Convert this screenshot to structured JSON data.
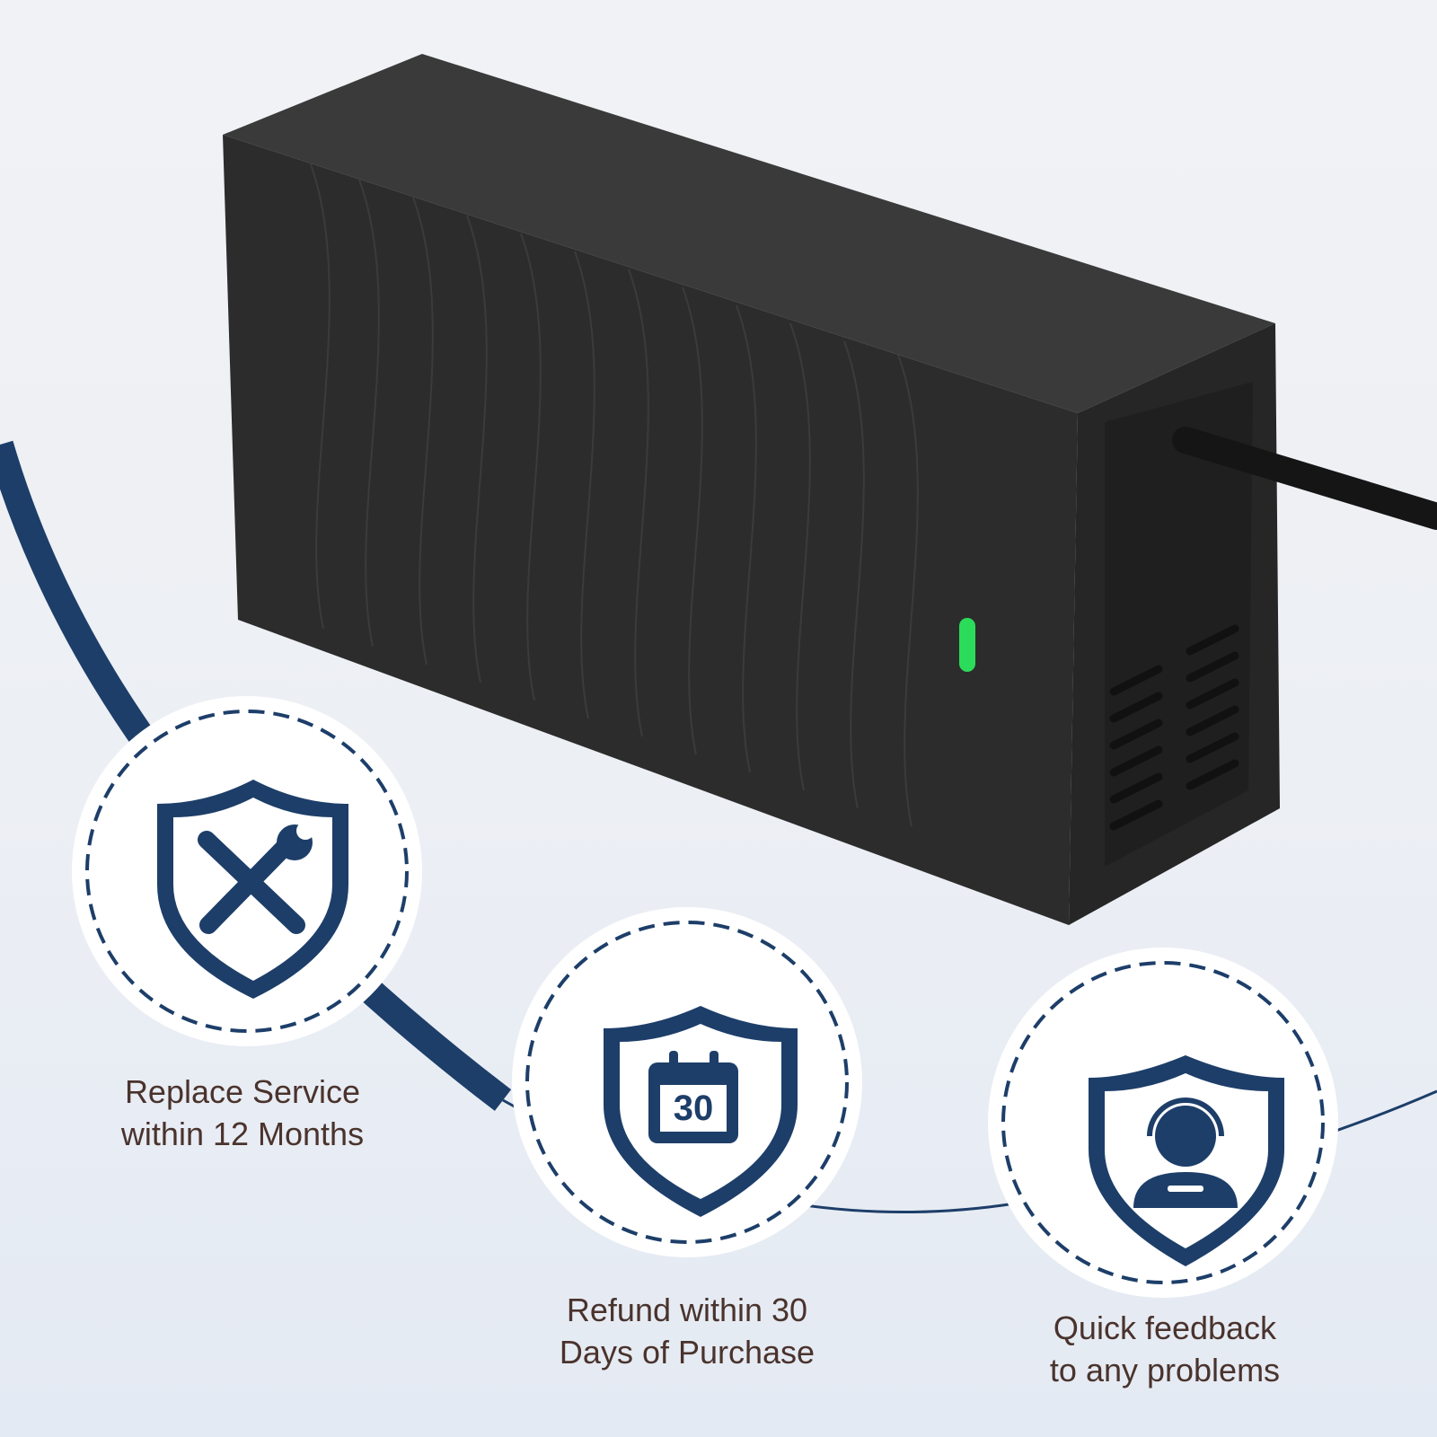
{
  "features": [
    {
      "icon": "shield-wrench-screwdriver-icon",
      "line1": "Replace Service",
      "line2": "within 12 Months"
    },
    {
      "icon": "shield-calendar-icon",
      "calendar_number": "30",
      "line1": "Refund within 30",
      "line2": "Days of Purchase"
    },
    {
      "icon": "shield-support-agent-icon",
      "line1": "Quick feedback",
      "line2": "to any problems"
    }
  ],
  "colors": {
    "accent": "#1d3e69",
    "text": "#4a332d",
    "led": "#2bdc5a",
    "device": "#2a2a2a"
  }
}
